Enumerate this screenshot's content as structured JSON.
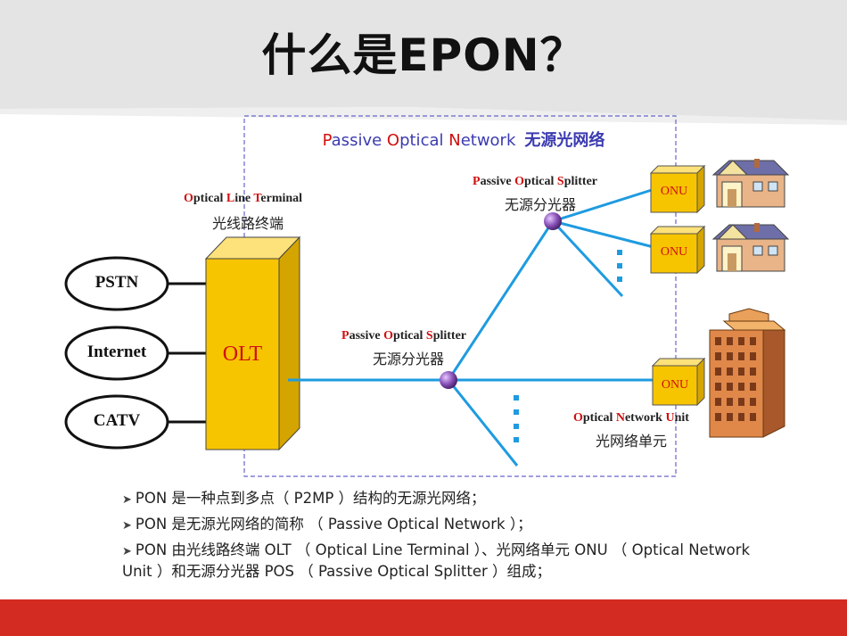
{
  "title": "什么是EPON？",
  "colors": {
    "accent_red": "#d32a22",
    "olt_yellow": "#f7c400",
    "fiber_blue": "#1e9be0",
    "pon_title_blue": "#3b3bb0",
    "label_red": "#d01010"
  },
  "diagram": {
    "pon_title": {
      "p": "P",
      "assive": "assive ",
      "o": "O",
      "ptical": "ptical ",
      "n": "N",
      "etwork": "etwork",
      "cn": "无源光网络"
    },
    "olt_label": {
      "o": "O",
      "ptical": "ptical ",
      "l": "L",
      "ine": "ine ",
      "t": "T",
      "erminal": "erminal",
      "cn": "光线路终端"
    },
    "olt_box": "OLT",
    "services": [
      "PSTN",
      "Internet",
      "CATV"
    ],
    "splitter_main": {
      "p": "P",
      "assive": "assive ",
      "o": "O",
      "ptical": "ptical ",
      "s": "S",
      "plitter": "plitter",
      "cn": "无源分光器"
    },
    "splitter_top": {
      "p": "P",
      "assive": "assive ",
      "o": "O",
      "ptical": "ptical ",
      "s": "S",
      "plitter": "plitter",
      "cn": "无源分光器"
    },
    "onu_boxes": [
      "ONU",
      "ONU",
      "ONU"
    ],
    "onu_label": {
      "o": "O",
      "ptical": "ptical ",
      "n": "N",
      "etwork": "etwork ",
      "u": "U",
      "nit": "nit",
      "cn": "光网络单元"
    },
    "icons": [
      "house-icon",
      "house-icon",
      "office-building-icon"
    ]
  },
  "bullets": [
    "PON 是一种点到多点（ P2MP ）结构的无源光网络；",
    "PON 是无源光网络的简称 （ Passive Optical Network ）；",
    "PON 由光线路终端 OLT （ Optical Line Terminal ）、光网络单元 ONU （ Optical Network Unit ）和无源分光器 POS （ Passive Optical Splitter ）组成；"
  ]
}
